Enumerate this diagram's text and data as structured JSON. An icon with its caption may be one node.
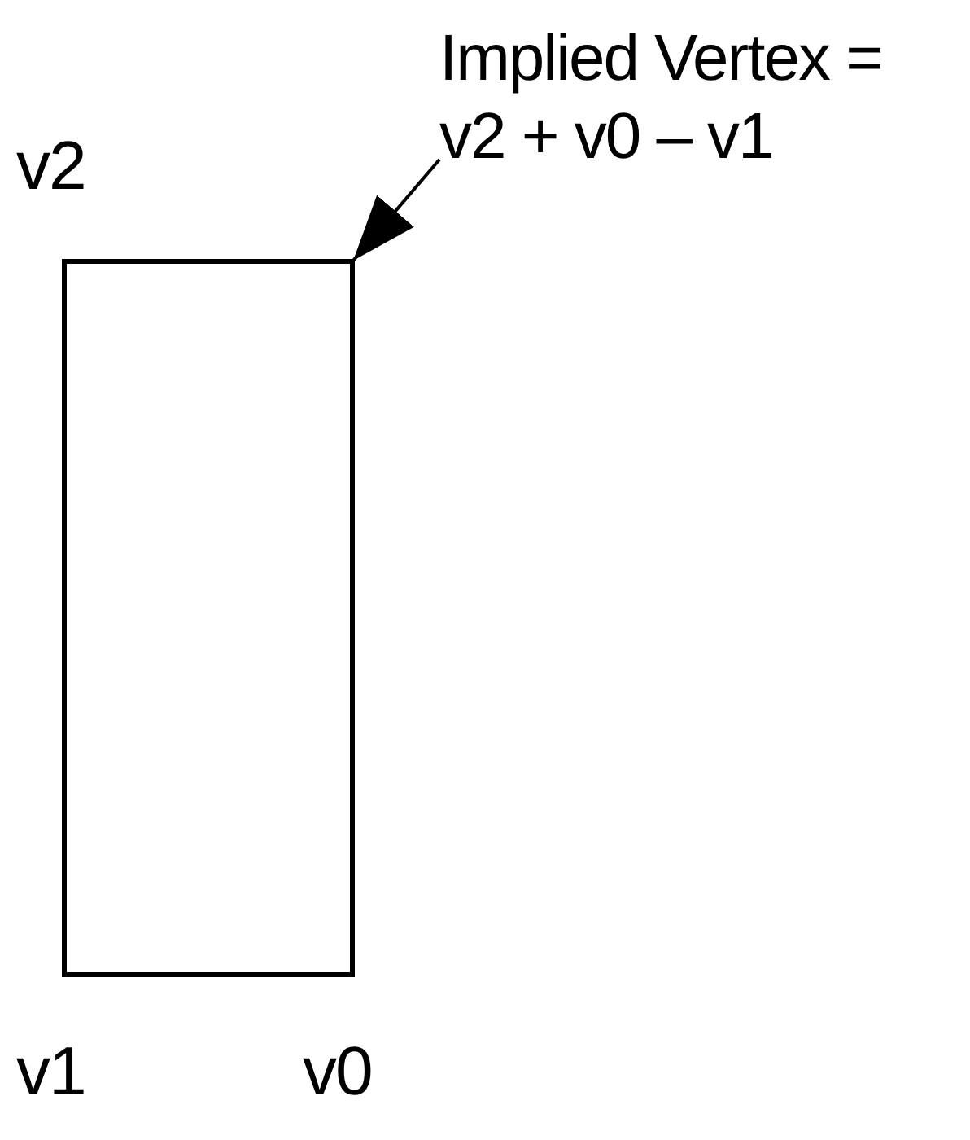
{
  "diagram": {
    "nodes": [
      {
        "text": [
          "Implied Vertex = v2 + v0 – v1"
        ]
      },
      {
        "text": [],
        "shape": "box"
      }
    ],
    "edges": [
      {
        "from": 0,
        "to": 1,
        "arrow": "to"
      }
    ],
    "labels": [
      "v2",
      "v1",
      "v0"
    ]
  }
}
